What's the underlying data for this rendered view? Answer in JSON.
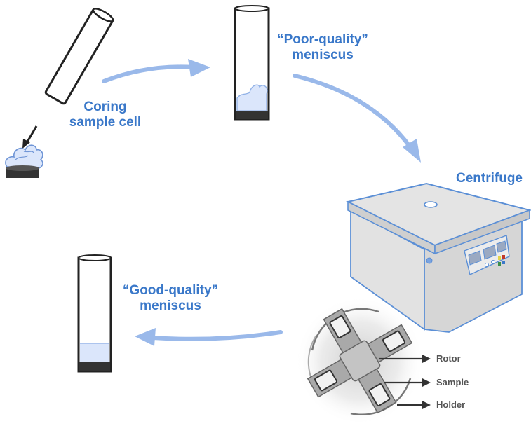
{
  "labels": {
    "coring_line1": "Coring",
    "coring_line2": "sample cell",
    "poor_line1": "“Poor-quality”",
    "poor_line2": "meniscus",
    "centrifuge": "Centrifuge",
    "good_line1": "“Good-quality”",
    "good_line2": "meniscus"
  },
  "rotor_labels": {
    "rotor": "Rotor",
    "sample": "Sample",
    "holder": "Holder"
  },
  "colors": {
    "label_blue": "#3a78c9",
    "arrow_blue": "#9ab9ea",
    "sample_fill": "#dbe6fb",
    "machine_grey": "#dadada",
    "machine_outline": "#5b8fd6",
    "tube_base": "#333333"
  }
}
